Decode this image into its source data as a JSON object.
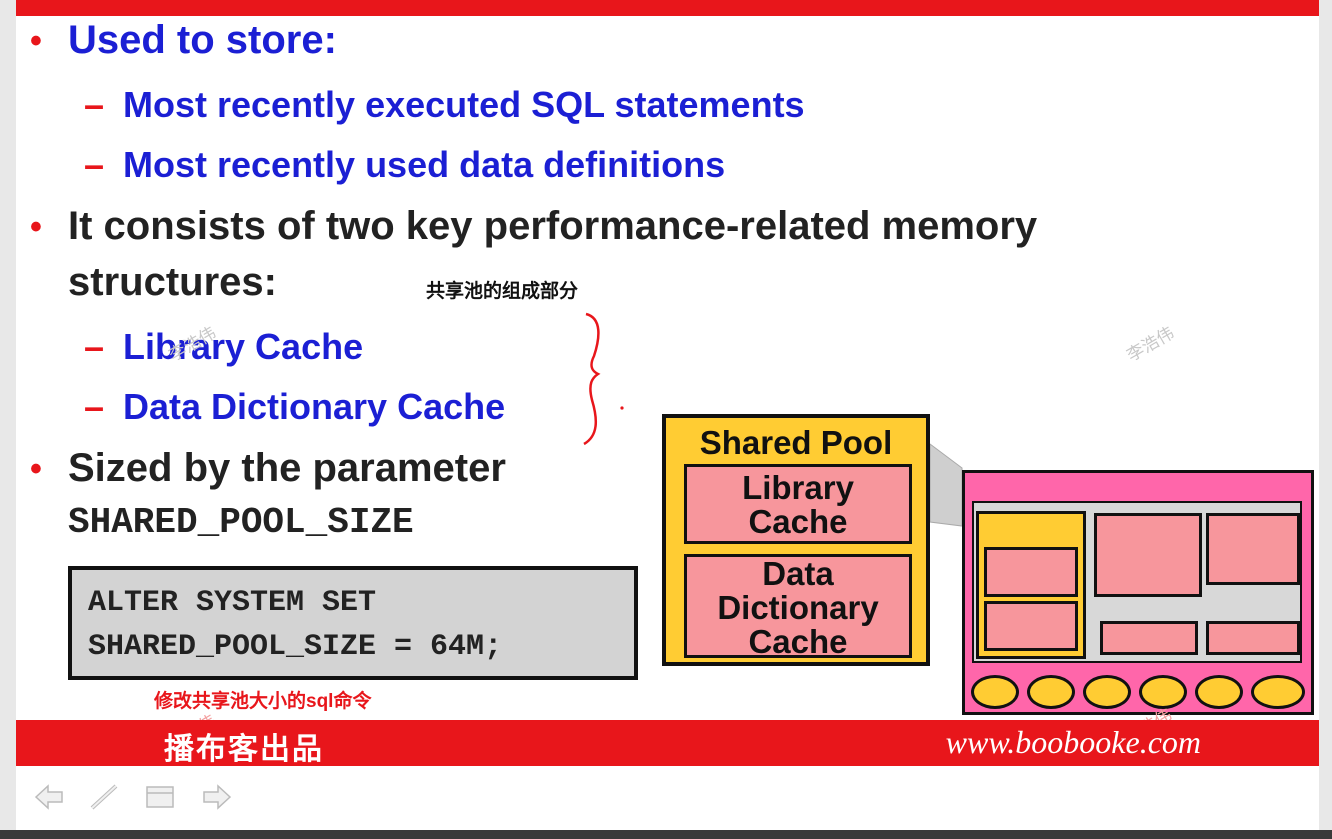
{
  "bullets": {
    "b1": "Used to store:",
    "b1_sub1": "Most recently executed SQL statements",
    "b1_sub2": "Most recently used data definitions",
    "b2_line1": "It consists of two key performance-related memory",
    "b2_line2": "structures:",
    "b2_sub1": "Library Cache",
    "b2_sub2": "Data Dictionary Cache",
    "b3_line1": "Sized by the parameter",
    "b3_line2": "SHARED_POOL_SIZE",
    "dash": "–",
    "dot": "•"
  },
  "annotations": {
    "components_cn": "共享池的组成部分",
    "sql_cmd_cn": "修改共享池大小的sql命令"
  },
  "code": {
    "line1": "ALTER SYSTEM SET",
    "line2": "SHARED_POOL_SIZE = 64M;"
  },
  "diagram": {
    "shared_pool_title": "Shared Pool",
    "library_cache": "Library\nCache",
    "data_dictionary_cache": "Data\nDictionary\nCache"
  },
  "footer": {
    "logo": "播布客出品",
    "url": "www.boobooke.com"
  },
  "watermark": "李浩伟",
  "colors": {
    "accent_red": "#e8161b",
    "blue_text": "#1b1fd4",
    "yellow": "#ffcc33",
    "pink": "#f7969c",
    "sga_pink": "#ff66aa"
  },
  "nav_icons": [
    "back-arrow-icon",
    "pen-icon",
    "menu-icon",
    "forward-arrow-icon"
  ]
}
